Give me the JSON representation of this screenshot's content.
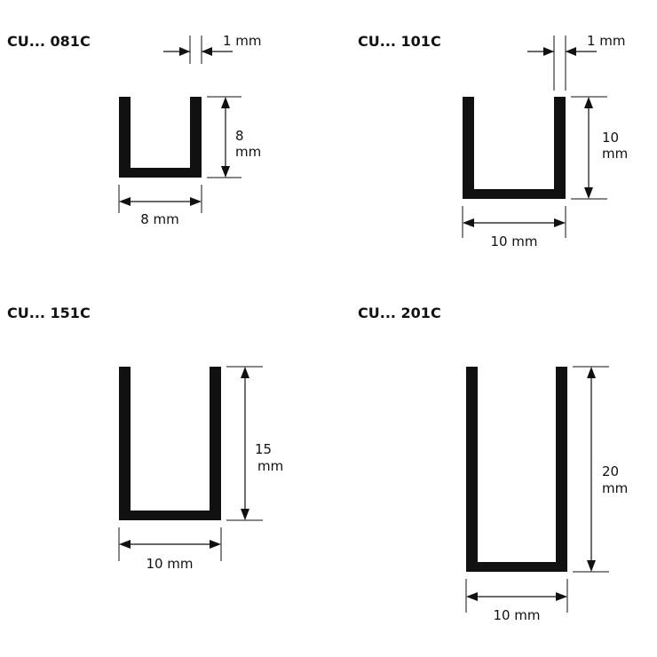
{
  "profiles": [
    {
      "code": "CU... 081C",
      "thickness_label": "1 mm",
      "height_value": "8",
      "height_unit": "mm",
      "width_label": "8 mm",
      "height_mm": 8,
      "width_mm": 8,
      "thickness_mm": 1
    },
    {
      "code": "CU... 101C",
      "thickness_label": "1 mm",
      "height_value": "10",
      "height_unit": "mm",
      "width_label": "10 mm",
      "height_mm": 10,
      "width_mm": 10,
      "thickness_mm": 1
    },
    {
      "code": "CU... 151C",
      "height_value": "15",
      "height_unit": "mm",
      "width_label": "10 mm",
      "height_mm": 15,
      "width_mm": 10,
      "thickness_mm": 1
    },
    {
      "code": "CU... 201C",
      "height_value": "20",
      "height_unit": "mm",
      "width_label": "10 mm",
      "height_mm": 20,
      "width_mm": 10,
      "thickness_mm": 1
    }
  ],
  "colors": {
    "ink": "#111111",
    "background": "#ffffff"
  }
}
